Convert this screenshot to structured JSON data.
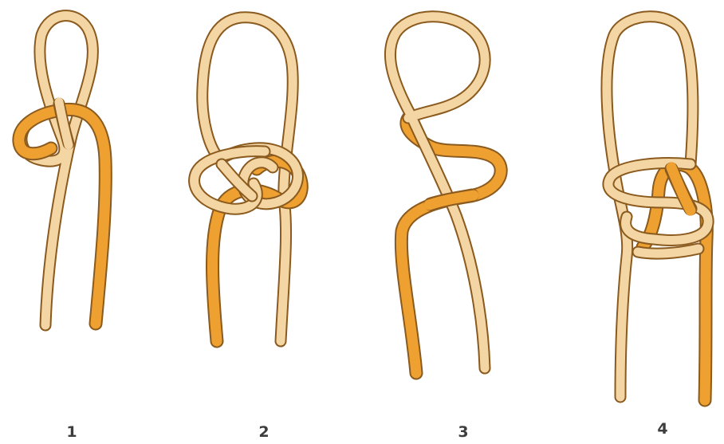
{
  "steps": [
    {
      "number": "1"
    },
    {
      "number": "2"
    },
    {
      "number": "3"
    },
    {
      "number": "4"
    }
  ],
  "colors": {
    "rope_light": "#f3d6a3",
    "rope_dark": "#eea030",
    "outline": "#8a5a1e",
    "label": "#3d3d3d"
  }
}
